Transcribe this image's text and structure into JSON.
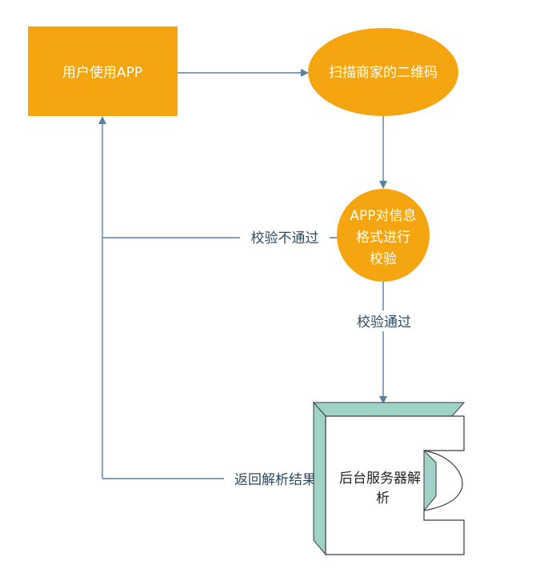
{
  "colors": {
    "node_fill": "#f5a50f",
    "edge": "#5b7fa0",
    "server_face": "#ffffff",
    "server_side": "#9fd3c7",
    "server_stroke": "#3a3a3a"
  },
  "nodes": {
    "app": {
      "label": "用户使用APP"
    },
    "scan": {
      "label": "扫描商家的二维码"
    },
    "verify": {
      "lines": [
        "APP对信息",
        "格式进行",
        "校验"
      ]
    },
    "server": {
      "lines": [
        "后台服务器解",
        "析"
      ]
    }
  },
  "edges": {
    "fail_label": "校验不通过",
    "pass_label": "校验通过",
    "return_label": "返回解析结果"
  }
}
